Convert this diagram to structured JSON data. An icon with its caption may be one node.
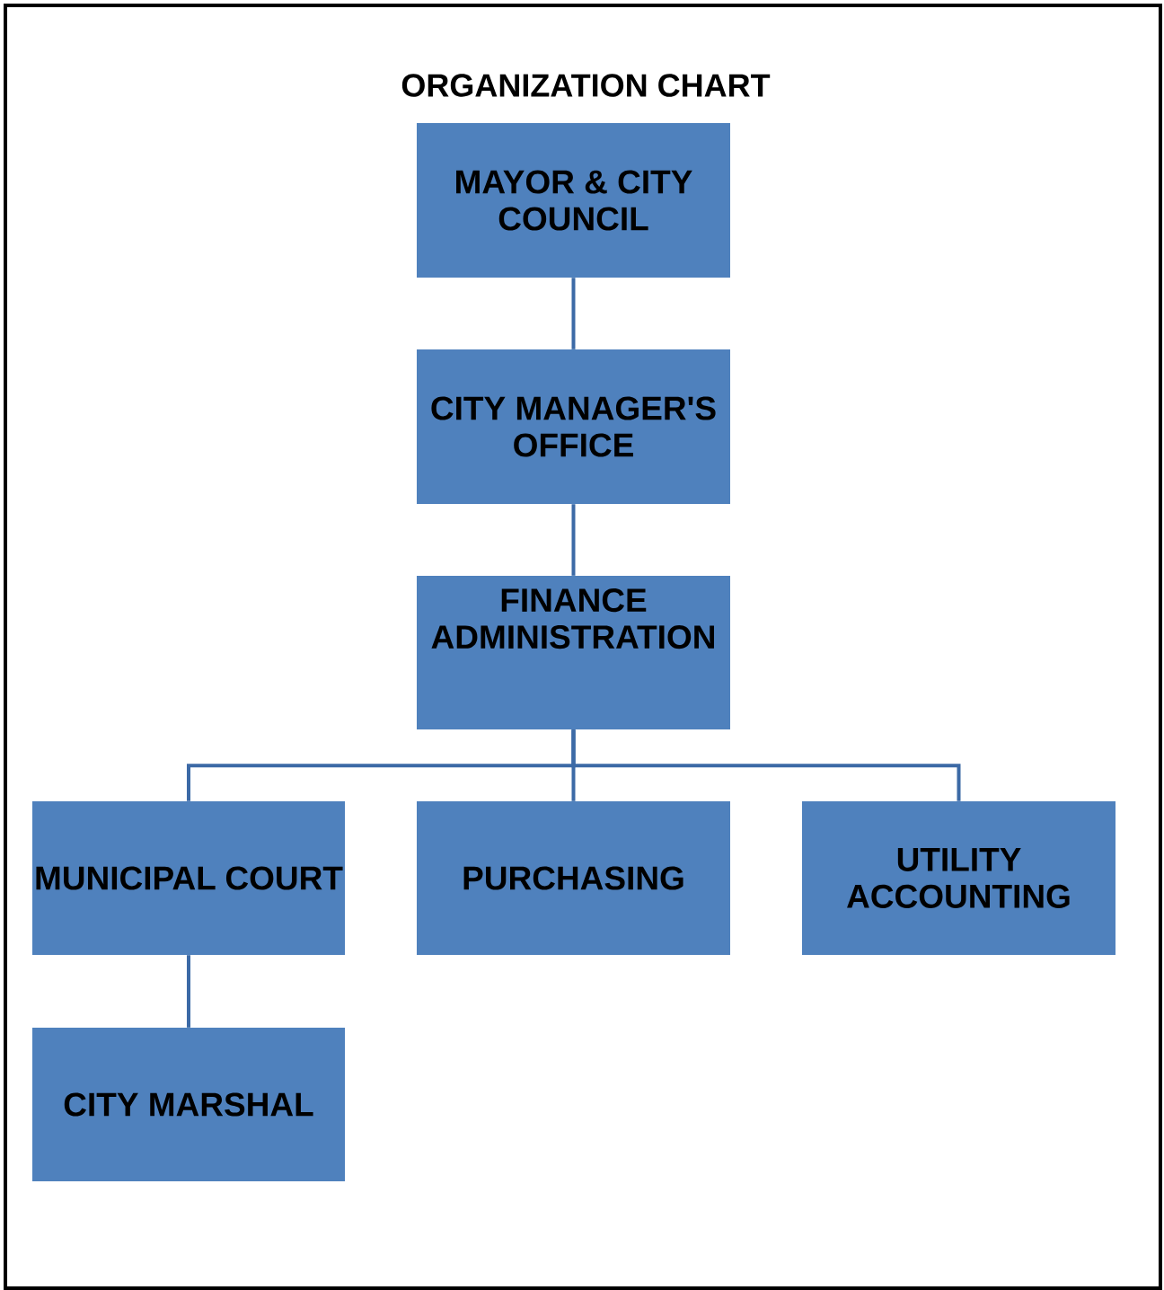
{
  "diagram": {
    "title": "ORGANIZATION CHART",
    "nodes": [
      {
        "text": [
          "MAYOR & CITY COUNCIL"
        ]
      },
      {
        "text": [
          "CITY MANAGER'S OFFICE"
        ]
      },
      {
        "text": [
          "FINANCE ADMINISTRATION"
        ]
      },
      {
        "text": [
          "MUNICIPAL COURT"
        ]
      },
      {
        "text": [
          "PURCHASING"
        ]
      },
      {
        "text": [
          "UTILITY ACCOUNTING"
        ]
      },
      {
        "text": [
          "CITY MARSHAL"
        ]
      }
    ],
    "edges": [
      {
        "from": 0,
        "to": 1,
        "arrow": "none"
      },
      {
        "from": 1,
        "to": 2,
        "arrow": "none"
      },
      {
        "from": 2,
        "to": 3,
        "arrow": "none"
      },
      {
        "from": 2,
        "to": 4,
        "arrow": "none"
      },
      {
        "from": 2,
        "to": 5,
        "arrow": "none"
      },
      {
        "from": 3,
        "to": 6,
        "arrow": "none"
      }
    ]
  }
}
